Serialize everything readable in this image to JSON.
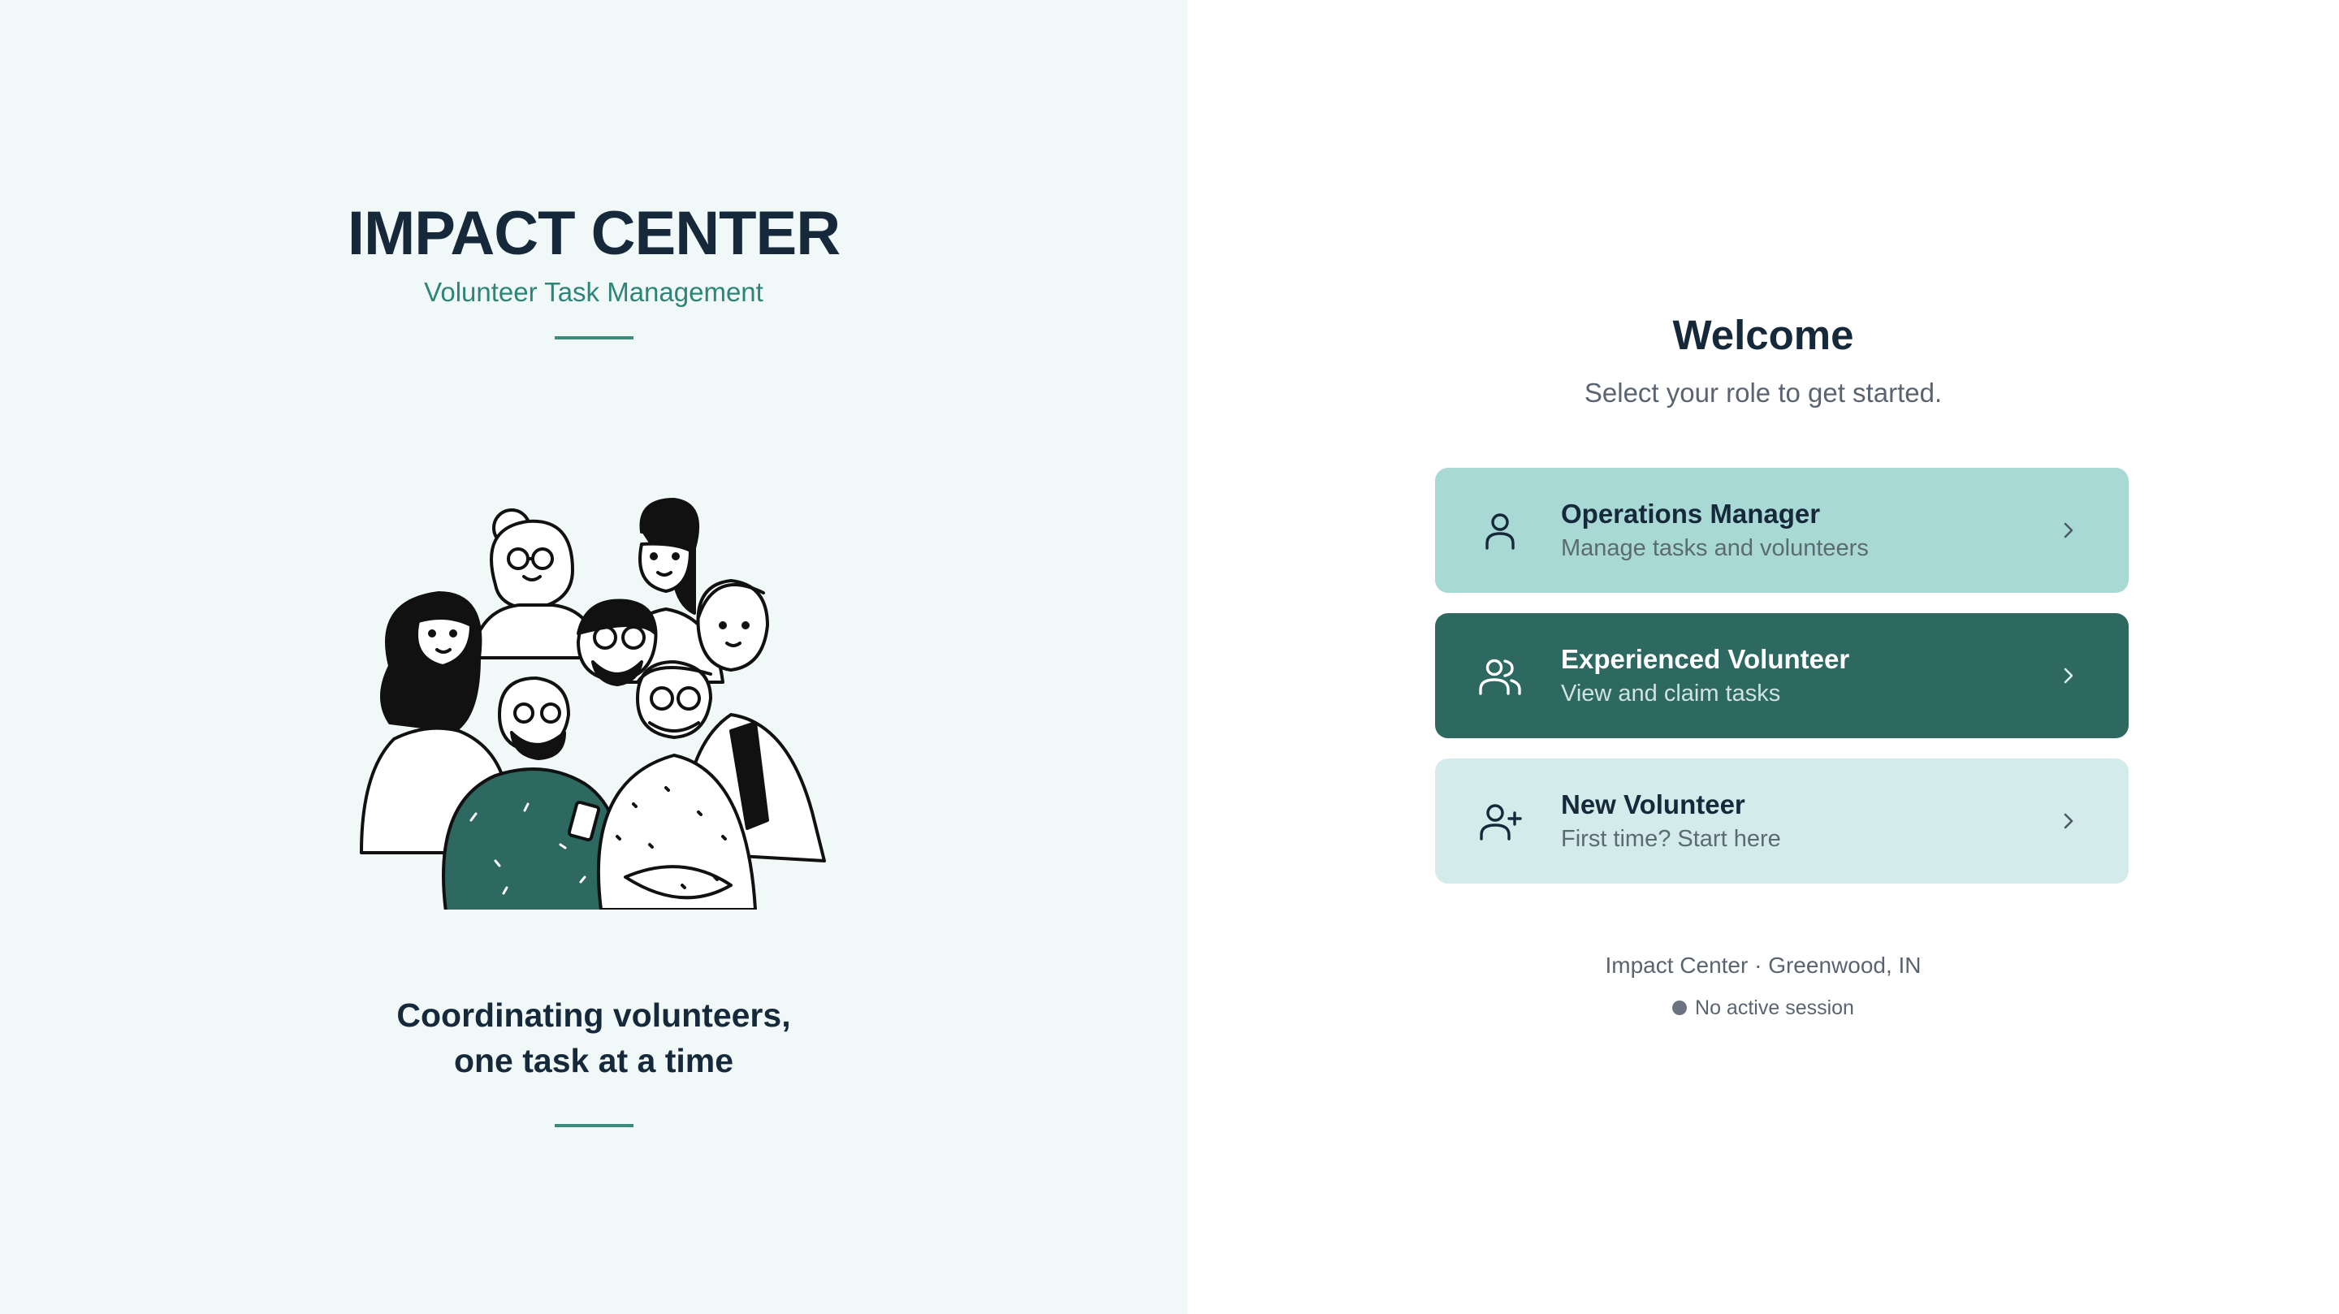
{
  "brand": {
    "title": "IMPACT CENTER",
    "subtitle": "Volunteer Task Management",
    "tagline_line1": "Coordinating volunteers,",
    "tagline_line2": "one task at a time",
    "accent_color": "#2e8577",
    "illustration": "group-of-volunteers-illustration"
  },
  "welcome": {
    "title": "Welcome",
    "subtitle": "Select your role to get started."
  },
  "roles": [
    {
      "title": "Operations Manager",
      "description": "Manage tasks and volunteers",
      "icon": "user-icon",
      "color": "#a9d9d5"
    },
    {
      "title": "Experienced Volunteer",
      "description": "View and claim tasks",
      "icon": "users-icon",
      "color": "#2d6861"
    },
    {
      "title": "New Volunteer",
      "description": "First time? Start here",
      "icon": "user-plus-icon",
      "color": "#d3ebea"
    }
  ],
  "footer": {
    "location": "Impact Center · Greenwood, IN",
    "session_status": "No active session"
  }
}
